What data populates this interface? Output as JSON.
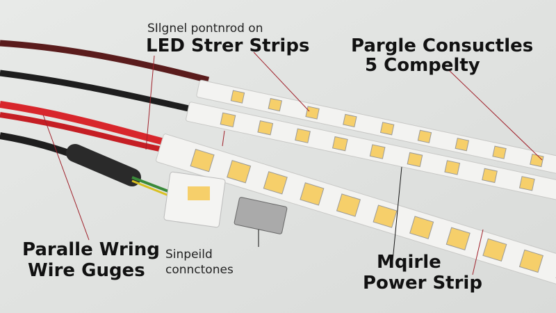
{
  "labels": {
    "top_small": "SIlgnel pontnrod on",
    "top_big": "LED Strer Strips",
    "right_line1": "Pargle Consuctles",
    "right_line2": "5 Compelty",
    "left_line1": "Paralle Wring",
    "left_line2": "Wire Guges",
    "center_line1": "Sinpeild",
    "center_line2": "conncto​nes",
    "bottom_right_line1": "Mqirle",
    "bottom_right_line2": "Power Strip"
  },
  "colors": {
    "background": "#e4e6e4",
    "led": "#f6cf6a",
    "wire_red": "#d8262c",
    "wire_black": "#1e1e1e",
    "wire_brown": "#5a1c1c",
    "leader_line": "#a0202a"
  }
}
